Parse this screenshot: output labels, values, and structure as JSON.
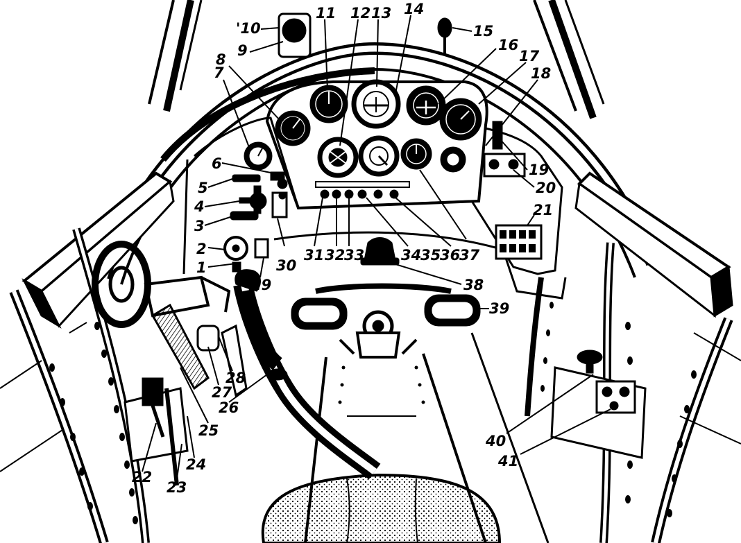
{
  "diagram": {
    "callouts": [
      {
        "id": "c1",
        "text": "1"
      },
      {
        "id": "c2",
        "text": "2"
      },
      {
        "id": "c3",
        "text": "3"
      },
      {
        "id": "c4",
        "text": "4"
      },
      {
        "id": "c5",
        "text": "5"
      },
      {
        "id": "c6",
        "text": "6"
      },
      {
        "id": "c7",
        "text": "7"
      },
      {
        "id": "c8",
        "text": "8"
      },
      {
        "id": "c9",
        "text": "9"
      },
      {
        "id": "c10",
        "text": "'10"
      },
      {
        "id": "c11",
        "text": "11"
      },
      {
        "id": "c12",
        "text": "12"
      },
      {
        "id": "c13",
        "text": "13"
      },
      {
        "id": "c14",
        "text": "14"
      },
      {
        "id": "c15",
        "text": "15"
      },
      {
        "id": "c16",
        "text": "16"
      },
      {
        "id": "c17",
        "text": "17"
      },
      {
        "id": "c18",
        "text": "18"
      },
      {
        "id": "c19",
        "text": "19"
      },
      {
        "id": "c20",
        "text": "20"
      },
      {
        "id": "c21",
        "text": "21"
      },
      {
        "id": "c22",
        "text": "22"
      },
      {
        "id": "c23",
        "text": "23"
      },
      {
        "id": "c24",
        "text": "24"
      },
      {
        "id": "c25",
        "text": "25"
      },
      {
        "id": "c26",
        "text": "26"
      },
      {
        "id": "c27",
        "text": "27"
      },
      {
        "id": "c28",
        "text": "28"
      },
      {
        "id": "c29",
        "text": "29"
      },
      {
        "id": "c30",
        "text": "30"
      },
      {
        "id": "c31",
        "text": "31"
      },
      {
        "id": "c32",
        "text": "32"
      },
      {
        "id": "c33",
        "text": "33"
      },
      {
        "id": "c34",
        "text": "34"
      },
      {
        "id": "c35",
        "text": "35"
      },
      {
        "id": "c36",
        "text": "36"
      },
      {
        "id": "c37",
        "text": "37"
      },
      {
        "id": "c38",
        "text": "38"
      },
      {
        "id": "c39",
        "text": "39"
      },
      {
        "id": "c40",
        "text": "40"
      },
      {
        "id": "c41",
        "text": "41"
      }
    ],
    "colors": {
      "ink": "#000000",
      "paper": "#ffffff"
    }
  }
}
